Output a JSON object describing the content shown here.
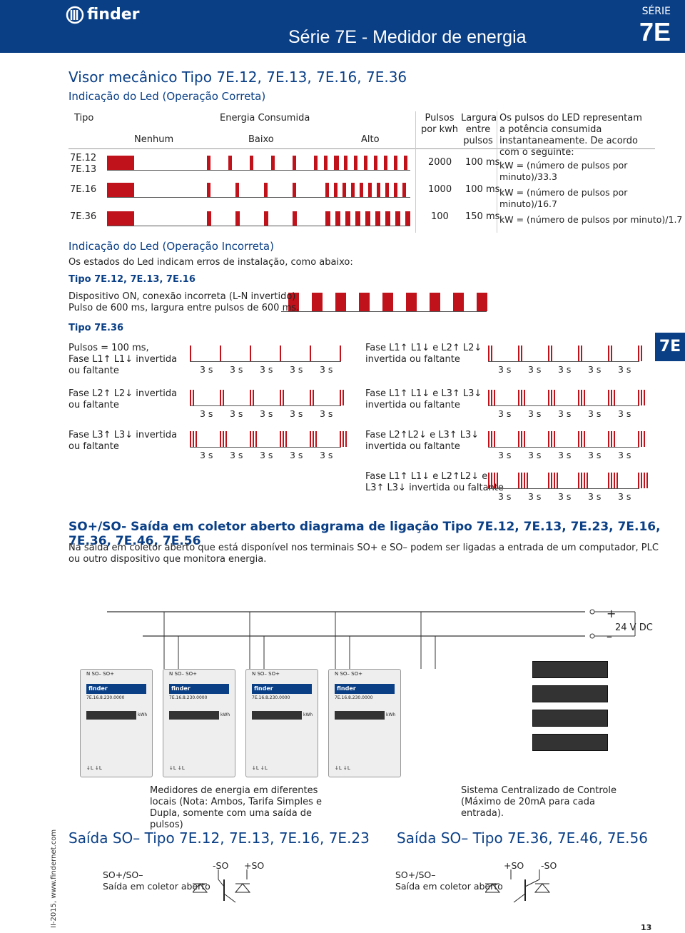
{
  "header": {
    "brand": "finder",
    "title": "Série 7E - Medidor de energia",
    "serie_label": "SÉRIE",
    "serie_code": "7E"
  },
  "section1": {
    "title": "Visor mecânico Tipo 7E.12, 7E.13, 7E.16, 7E.36",
    "subtitle": "Indicação do Led (Operação Correta)"
  },
  "table": {
    "col_tipo": "Tipo",
    "col_energia": "Energia Consumida",
    "col_nenhum": "Nenhum",
    "col_baixo": "Baixo",
    "col_alto": "Alto",
    "col_pulsos": "Pulsos por kwh",
    "col_largura": "Largura entre pulsos",
    "col_desc": "Os pulsos do LED representam a potência consumida instantaneamente. De acordo com o seguinte:",
    "rows": [
      {
        "tipo": "7E.12\n7E.13",
        "pulsos": "2000",
        "largura": "100 ms",
        "formula": "kW = (número de pulsos por minuto)/33.3"
      },
      {
        "tipo": "7E.16",
        "pulsos": "1000",
        "largura": "100 ms",
        "formula": "kW = (número de pulsos por minuto)/16.7"
      },
      {
        "tipo": "7E.36",
        "pulsos": "100",
        "largura": "150 ms",
        "formula": "kW = (número de pulsos por minuto)/1.7"
      }
    ]
  },
  "section2": {
    "title": "Indicação do Led (Operação Incorreta)",
    "intro": "Os estados do Led indicam erros de instalação, como abaixo:",
    "tipo1": "Tipo 7E.12, 7E.13, 7E.16",
    "disp_line1": "Dispositivo ON, conexão incorreta (L-N invertido)",
    "disp_line2": "Pulso de 600 ms, largura entre pulsos de 600 ms.",
    "tipo2": "Tipo 7E.36",
    "s3": "3 s",
    "left_cases": [
      {
        "l1": "Pulsos = 100 ms,",
        "l2": "Fase L1↑ L1↓ invertida",
        "l3": "ou faltante"
      },
      {
        "l1": "Fase L2↑ L2↓ invertida",
        "l2": "ou faltante",
        "l3": ""
      },
      {
        "l1": "Fase L3↑ L3↓ invertida",
        "l2": "ou faltante",
        "l3": ""
      }
    ],
    "right_cases": [
      {
        "l1": "Fase L1↑ L1↓ e L2↑ L2↓",
        "l2": "invertida ou faltante"
      },
      {
        "l1": "Fase L1↑ L1↓ e L3↑ L3↓",
        "l2": "invertida ou faltante"
      },
      {
        "l1": "Fase L2↑L2↓ e L3↑ L3↓",
        "l2": "invertida ou faltante"
      },
      {
        "l1": "Fase L1↑ L1↓ e L2↑L2↓ e",
        "l2": "L3↑ L3↓ invertida ou faltante"
      }
    ]
  },
  "section3": {
    "title": "SO+/SO- Saída em coletor aberto diagrama de ligação Tipo 7E.12, 7E.13, 7E.23, 7E.16, 7E.36, 7E.46, 7E.56",
    "para": "Na saída em coletor aberto que está disponível nos terminais SO+ e SO– podem ser ligadas a entrada de um computador, PLC ou outro dispositivo que monitora energia.",
    "plus": "+",
    "minus": "–",
    "voltage": "24 V DC",
    "meter_top": "N  SO– SO+",
    "meter_brand": "finder",
    "meter_code": "7E.16.8.230.0000",
    "meter_kwh": "kWh",
    "meter_bottom": "↓L  ↓L",
    "caption_left": "Medidores de energia em diferentes locais (Nota: Ambos, Tarifa Simples e Dupla, somente com uma saída de pulsos)",
    "caption_right": "Sistema Centralizado de Controle (Máximo de 20mA para cada entrada)."
  },
  "section4": {
    "left_title": "Saída SO– Tipo 7E.12, 7E.13, 7E.16, 7E.23",
    "right_title": "Saída SO– Tipo 7E.36, 7E.46, 7E.56",
    "label_so": "SO+/SO–",
    "label_so2": "Saída em coletor aberto",
    "neg_so": "-SO",
    "pos_so": "+SO"
  },
  "footer": {
    "url": "II-2015, www.findernet.com",
    "page": "13"
  },
  "colors": {
    "brand_blue": "#0a3f86",
    "pulse_red": "#c0121b"
  }
}
